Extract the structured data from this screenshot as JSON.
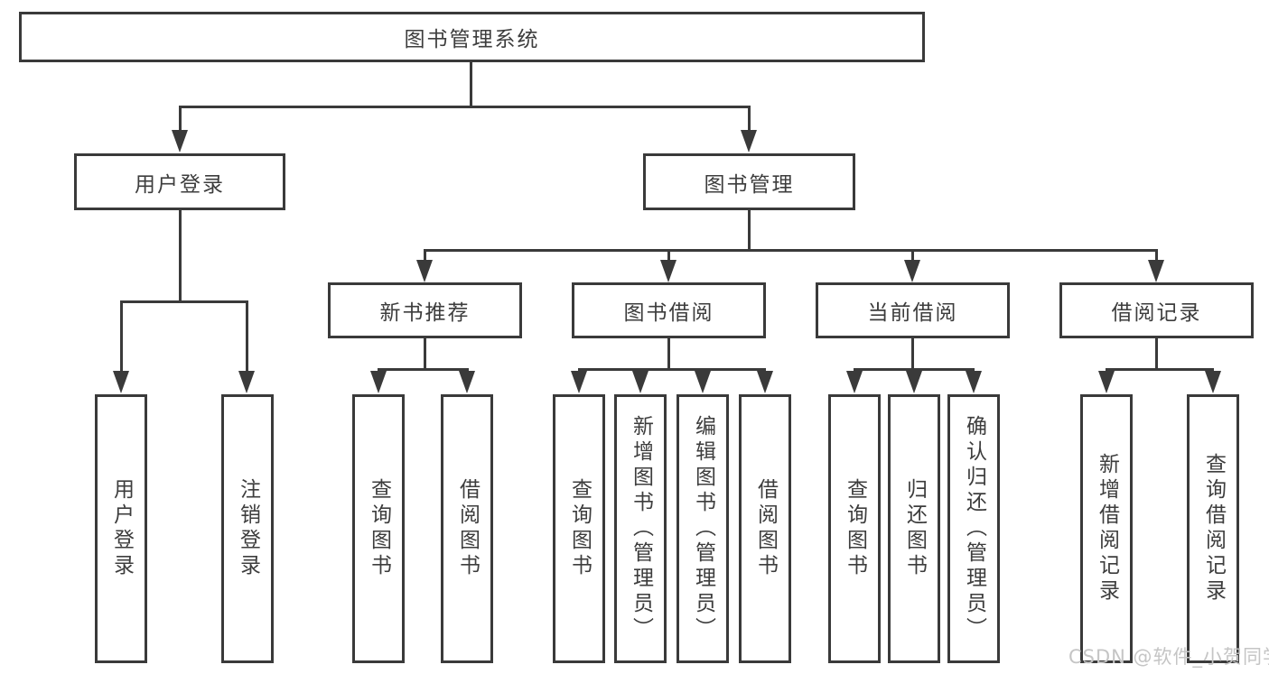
{
  "diagram_title": "图书管理系统",
  "colors": {
    "line": "#3a3a3a",
    "text": "#3d3d3d",
    "background": "#ffffff",
    "watermark": "#c5c5c5"
  },
  "tree": {
    "root": {
      "label": "图书管理系统",
      "children": [
        {
          "label": "用户登录",
          "children": [
            {
              "label": "用户登录"
            },
            {
              "label": "注销登录"
            }
          ]
        },
        {
          "label": "图书管理",
          "children": [
            {
              "label": "新书推荐",
              "children": [
                {
                  "label": "查询图书"
                },
                {
                  "label": "借阅图书"
                }
              ]
            },
            {
              "label": "图书借阅",
              "children": [
                {
                  "label": "查询图书"
                },
                {
                  "label": "新增图书（管理员）"
                },
                {
                  "label": "编辑图书（管理员）"
                },
                {
                  "label": "借阅图书"
                }
              ]
            },
            {
              "label": "当前借阅",
              "children": [
                {
                  "label": "查询图书"
                },
                {
                  "label": "归还图书"
                },
                {
                  "label": "确认归还（管理员）"
                }
              ]
            },
            {
              "label": "借阅记录",
              "children": [
                {
                  "label": "新增借阅记录"
                },
                {
                  "label": "查询借阅记录"
                }
              ]
            }
          ]
        }
      ]
    }
  },
  "watermark": {
    "text": "CSDN @软件_小贺同学"
  }
}
